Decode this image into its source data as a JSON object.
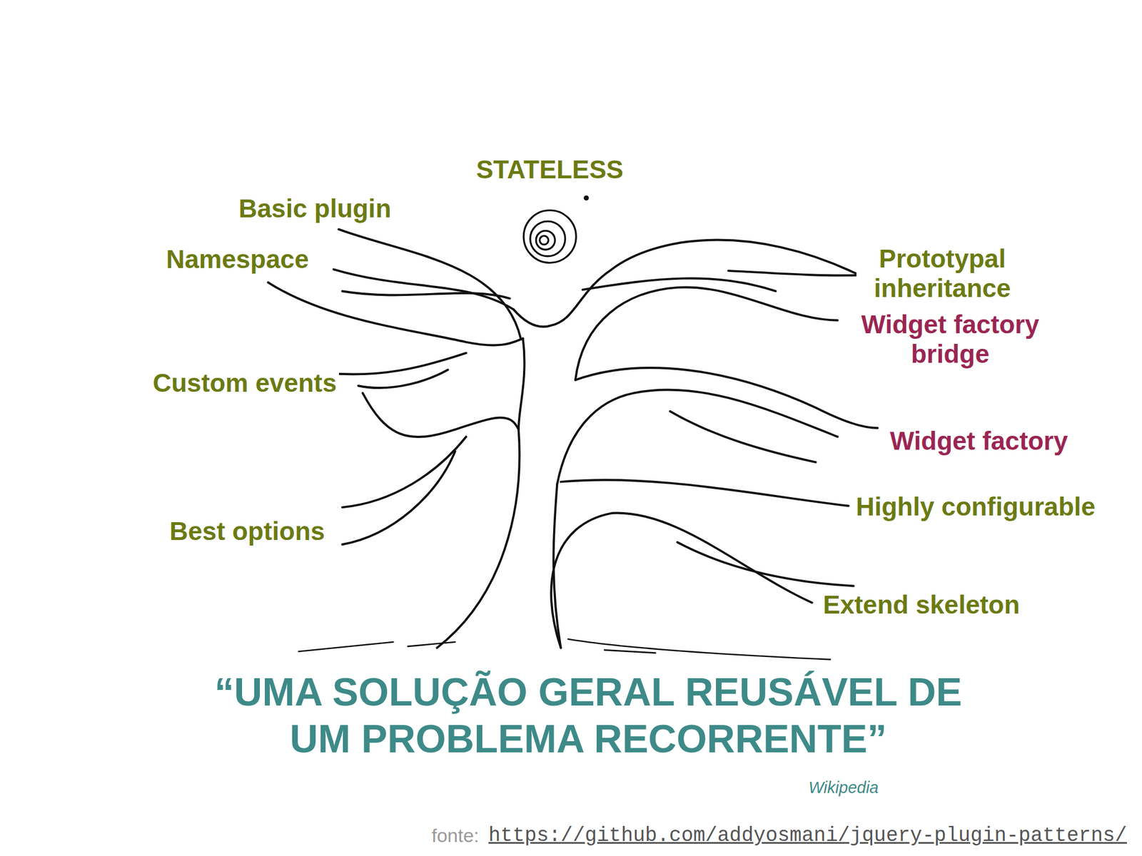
{
  "diagram": {
    "caption": "“UMA SOLUÇÃO GERAL REUSÁVEL DE UM PROBLEMA RECORRENTE”",
    "labels": [
      "STATELESS",
      "Basic plugin",
      "Namespace",
      "Prototypal inheritance",
      "Widget factory bridge",
      "Custom events",
      "Widget factory",
      "Highly configurable",
      "Best options",
      "Extend skeleton",
      "Wikipedia",
      "fonte:",
      "https://github.com/addyosmani/jquery-plugin-patterns/"
    ]
  }
}
